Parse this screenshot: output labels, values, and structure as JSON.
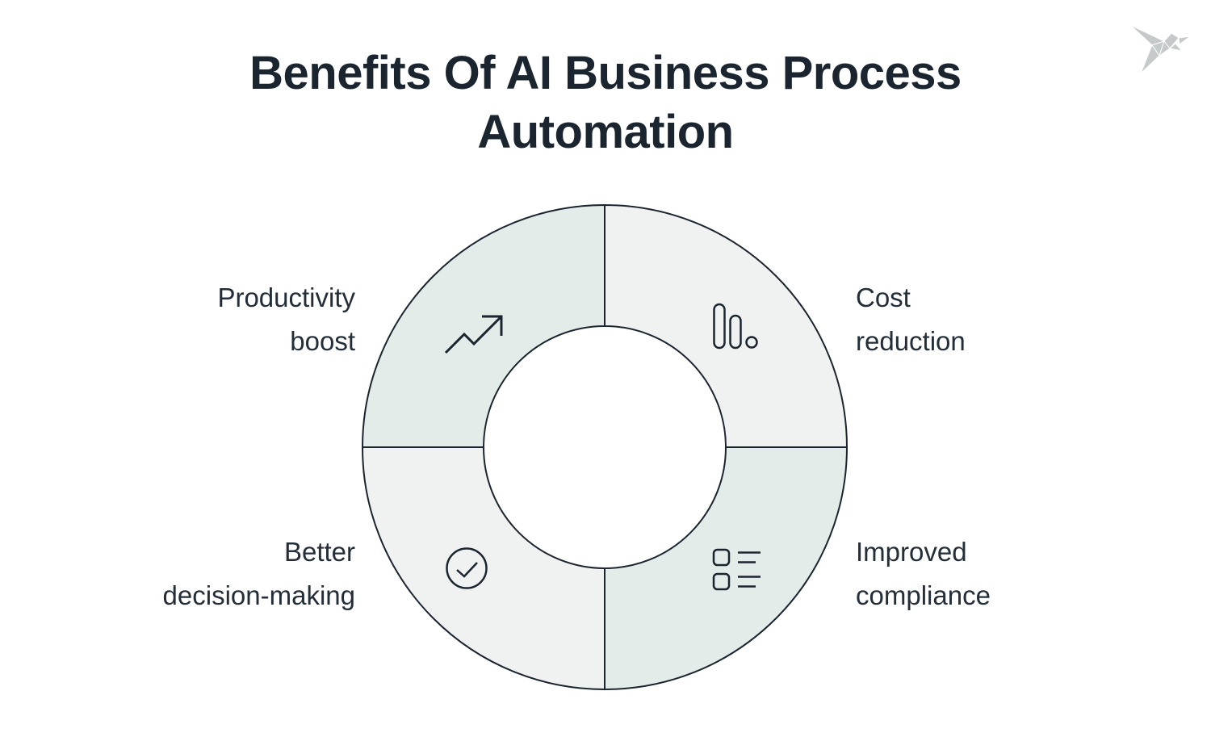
{
  "title": "Benefits Of AI Business Process Automation",
  "title_lines": [
    "Benefits Of AI Business Process",
    "Automation"
  ],
  "logo": {
    "name": "origami-bird-logo"
  },
  "colors": {
    "background": "#ffffff",
    "navy": "#1b2530",
    "ink": "#242e38",
    "teal-segment": "#e3ece9",
    "gray-segment": "#f0f2f1",
    "logo-gray": "#c6c9c9"
  },
  "diagram": {
    "type": "donut-quadrants",
    "segments": [
      {
        "label": "Productivity boost",
        "lines": [
          "Productivity",
          "boost"
        ],
        "icon": "trending-up-icon",
        "position": "top-left",
        "tone": "teal"
      },
      {
        "label": "Cost reduction",
        "lines": [
          "Cost",
          "reduction"
        ],
        "icon": "bar-chart-icon",
        "position": "top-right",
        "tone": "gray"
      },
      {
        "label": "Better decision-making",
        "lines": [
          "Better",
          "decision-making"
        ],
        "icon": "check-circle-icon",
        "position": "bottom-left",
        "tone": "gray"
      },
      {
        "label": "Improved compliance",
        "lines": [
          "Improved",
          "compliance"
        ],
        "icon": "checklist-icon",
        "position": "bottom-right",
        "tone": "teal"
      }
    ]
  }
}
